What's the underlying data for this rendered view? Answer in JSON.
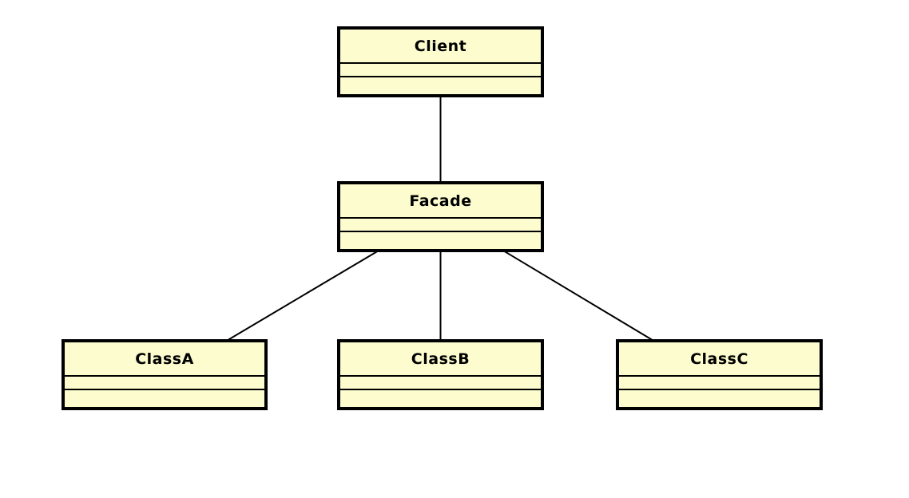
{
  "diagram": {
    "type": "uml-class-diagram",
    "pattern": "Facade",
    "colors": {
      "node_fill": "#FCFCCE",
      "node_border": "#000000",
      "connector": "#000000",
      "background": "#FFFFFF"
    },
    "classes": [
      {
        "name": "Client",
        "attributes": [],
        "methods": []
      },
      {
        "name": "Facade",
        "attributes": [],
        "methods": []
      },
      {
        "name": "ClassA",
        "attributes": [],
        "methods": []
      },
      {
        "name": "ClassB",
        "attributes": [],
        "methods": []
      },
      {
        "name": "ClassC",
        "attributes": [],
        "methods": []
      }
    ],
    "relationships": [
      {
        "from": "Client",
        "to": "Facade",
        "type": "association"
      },
      {
        "from": "Facade",
        "to": "ClassA",
        "type": "association"
      },
      {
        "from": "Facade",
        "to": "ClassB",
        "type": "association"
      },
      {
        "from": "Facade",
        "to": "ClassC",
        "type": "association"
      }
    ]
  }
}
